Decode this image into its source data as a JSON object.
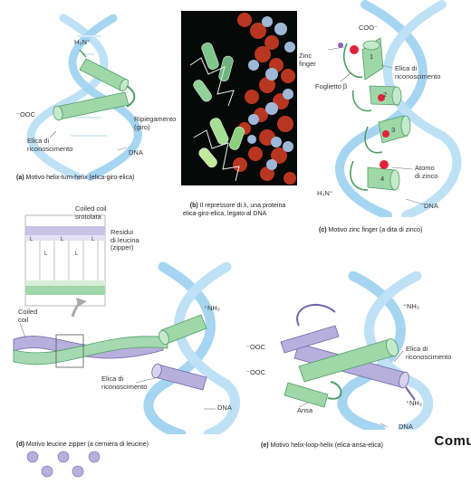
{
  "panels": {
    "a": {
      "letter": "(a)",
      "caption": "Motivo helix-turn-helix (elica-giro-elica)",
      "labels": {
        "n_term": "H₃N⁺",
        "c_term": "⁻OOC",
        "turn": "Ripiegamento\n(giro)",
        "recognition": "Elica di\nriconoscimento",
        "dna": "DNA"
      }
    },
    "b": {
      "letter": "(b)",
      "caption": "Il repressore di λ, una proteina\nelica-giro-elica, legato al DNA"
    },
    "c": {
      "letter": "(c)",
      "caption": "Motivo zinc finger (a dita di zinco)",
      "labels": {
        "coo": "COO⁻",
        "zinc_finger": "Zinc\nfinger",
        "recognition": "Elica di\nriconoscimento",
        "beta": "Foglietto β",
        "zinc_atom": "Atomo\ndi zinco",
        "n_term": "H₃N⁺",
        "dna": "DNA"
      },
      "finger_numbers": [
        "1",
        "2",
        "3",
        "4"
      ]
    },
    "d": {
      "letter": "(d)",
      "caption": "Motivo leucine zipper (a cerniera di leucine)",
      "labels": {
        "unwound": "Coiled coil\nsrotolata",
        "leucine": "Residui\ndi leucina\n(zipper)",
        "coiled": "Coiled\ncoil",
        "nh3": "⁺NH₃",
        "recognition": "Elica di\nriconoscimento",
        "dna": "DNA"
      },
      "leucine_letter": "L"
    },
    "e": {
      "letter": "(e)",
      "caption": "Motivo helix-loop-helix (elica-ansa-elica)",
      "labels": {
        "nh3_top": "⁺NH₃",
        "c_term_1": "⁻OOC",
        "c_term_2": "⁻OOC",
        "recognition": "Elica di\nriconoscimento",
        "loop": "Ansa",
        "nh3_bottom": "⁺NH₃",
        "dna": "DNA"
      }
    }
  },
  "cut_text": "Comu",
  "colors": {
    "dna": "#bfe1f5",
    "dna_dark": "#8ec9ec",
    "helix_green": "#9fd7a8",
    "helix_green_dark": "#4f9e66",
    "helix_purple": "#b7b0dc",
    "purple_dark": "#6f66a8",
    "zinc": "#e0233a",
    "photo_bg": "#070808"
  }
}
